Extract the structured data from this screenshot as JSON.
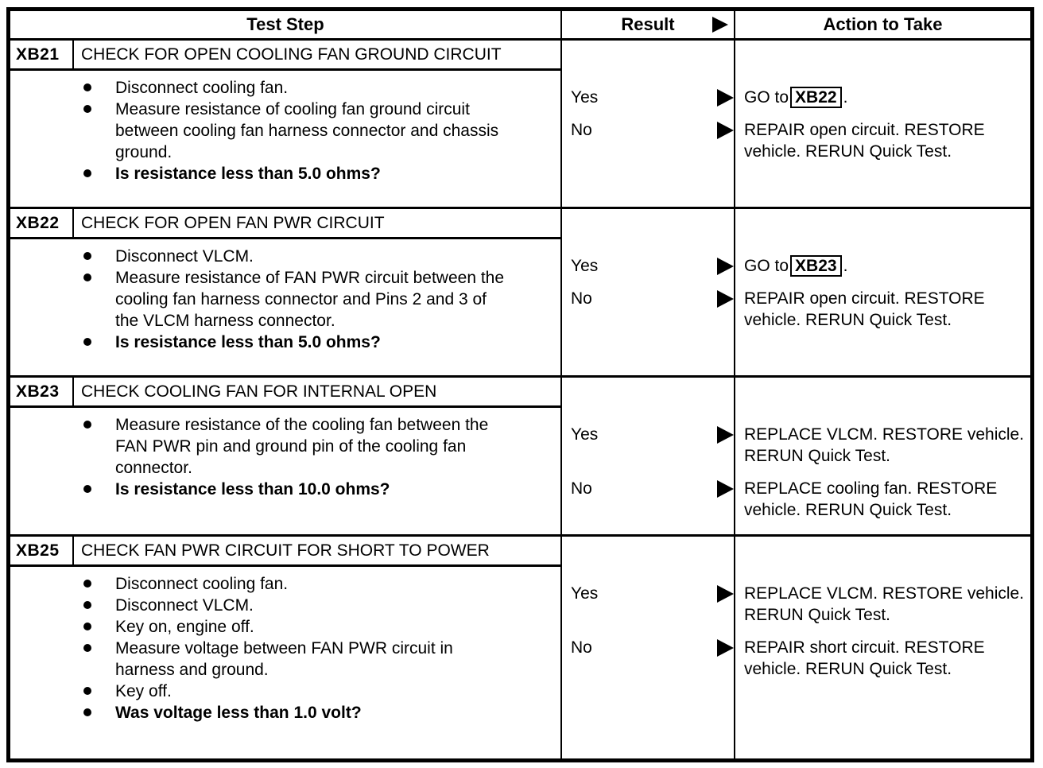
{
  "colors": {
    "ink": "#000000",
    "paper": "#ffffff"
  },
  "header": {
    "test_step": "Test Step",
    "result": "Result",
    "action": "Action to Take"
  },
  "blocks": [
    {
      "code": "XB21",
      "title": "CHECK FOR OPEN COOLING FAN GROUND CIRCUIT",
      "bullets": [
        {
          "text": "Disconnect cooling fan.",
          "bold": false
        },
        {
          "text": "Measure resistance of cooling fan ground circuit between cooling fan harness connector and chassis ground.",
          "bold": false
        },
        {
          "text": "Is resistance less than 5.0 ohms?",
          "bold": true
        }
      ],
      "results": [
        {
          "answer": "Yes",
          "action": [
            {
              "text": "GO to"
            },
            {
              "text": "XB22",
              "box": true
            },
            {
              "text": "."
            }
          ]
        },
        {
          "answer": "No",
          "action": [
            {
              "text": "REPAIR open circuit. RESTORE vehicle. RERUN Quick Test."
            }
          ]
        }
      ]
    },
    {
      "code": "XB22",
      "title": "CHECK FOR OPEN FAN PWR CIRCUIT",
      "bullets": [
        {
          "text": "Disconnect VLCM.",
          "bold": false
        },
        {
          "text": "Measure resistance of FAN PWR circuit between the cooling fan harness connector and Pins 2 and 3 of the VLCM harness connector.",
          "bold": false
        },
        {
          "text": "Is resistance less than 5.0 ohms?",
          "bold": true
        }
      ],
      "results": [
        {
          "answer": "Yes",
          "action": [
            {
              "text": "GO to"
            },
            {
              "text": "XB23",
              "box": true
            },
            {
              "text": "."
            }
          ]
        },
        {
          "answer": "No",
          "action": [
            {
              "text": "REPAIR open circuit. RESTORE vehicle. RERUN Quick Test."
            }
          ]
        }
      ]
    },
    {
      "code": "XB23",
      "title": "CHECK COOLING FAN FOR INTERNAL OPEN",
      "bullets": [
        {
          "text": "Measure resistance of the cooling fan between the FAN PWR pin and ground pin of the cooling fan connector.",
          "bold": false
        },
        {
          "text": "Is resistance less than 10.0 ohms?",
          "bold": true
        }
      ],
      "results": [
        {
          "answer": "Yes",
          "action": [
            {
              "text": "REPLACE VLCM. RESTORE vehicle. RERUN Quick Test."
            }
          ]
        },
        {
          "answer": "No",
          "action": [
            {
              "text": "REPLACE cooling fan. RESTORE vehicle. RERUN Quick Test."
            }
          ]
        }
      ]
    },
    {
      "code": "XB25",
      "title": "CHECK FAN PWR CIRCUIT FOR SHORT TO POWER",
      "bullets": [
        {
          "text": "Disconnect cooling fan.",
          "bold": false
        },
        {
          "text": "Disconnect VLCM.",
          "bold": false
        },
        {
          "text": "Key on, engine off.",
          "bold": false
        },
        {
          "text": "Measure voltage between FAN PWR circuit in harness and ground.",
          "bold": false
        },
        {
          "text": "Key off.",
          "bold": false
        },
        {
          "text": "Was voltage less than 1.0 volt?",
          "bold": true
        }
      ],
      "results": [
        {
          "answer": "Yes",
          "action": [
            {
              "text": "REPLACE VLCM. RESTORE vehicle. RERUN Quick Test."
            }
          ]
        },
        {
          "answer": "No",
          "action": [
            {
              "text": "REPAIR short circuit. RESTORE vehicle. RERUN Quick Test."
            }
          ]
        }
      ]
    }
  ]
}
